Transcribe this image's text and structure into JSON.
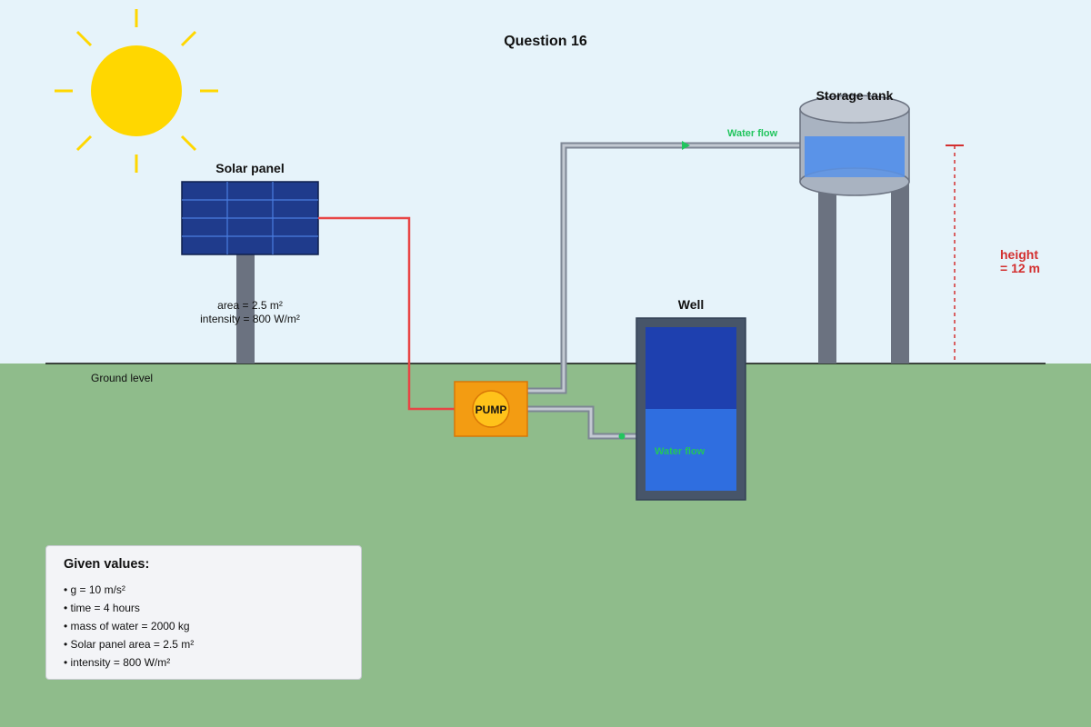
{
  "title": "Question 16",
  "solar_panel": {
    "label": "Solar panel",
    "area_text": "area = 2.5 m²",
    "intensity_text": "intensity = 800 W/m²"
  },
  "ground_label": "Ground level",
  "pump_label": "PUMP",
  "well_label": "Well",
  "tank_label": "Storage tank",
  "water_flow_upper": "Water flow",
  "water_flow_lower": "Water flow",
  "height_label": {
    "line1": "height",
    "line2": "= 12 m"
  },
  "given": {
    "title": "Given values:",
    "items": [
      "• g = 10 m/s²",
      "• time = 4 hours",
      "• mass of water = 2000 kg",
      "• Solar panel area = 2.5 m²",
      "• intensity = 800 W/m²"
    ]
  },
  "colors": {
    "sky": "#e6f3fa",
    "ground": "#8fbc8b",
    "sun": "#ffd700",
    "panel": "#1f3b8c",
    "panel_grid": "#4a7de0",
    "wire": "#e84545",
    "pipe": "#9aa3b0",
    "pump": "#f39c12",
    "water": "#2f6ee0",
    "flow_text": "#22c55e",
    "height_text": "#d32f2f"
  }
}
